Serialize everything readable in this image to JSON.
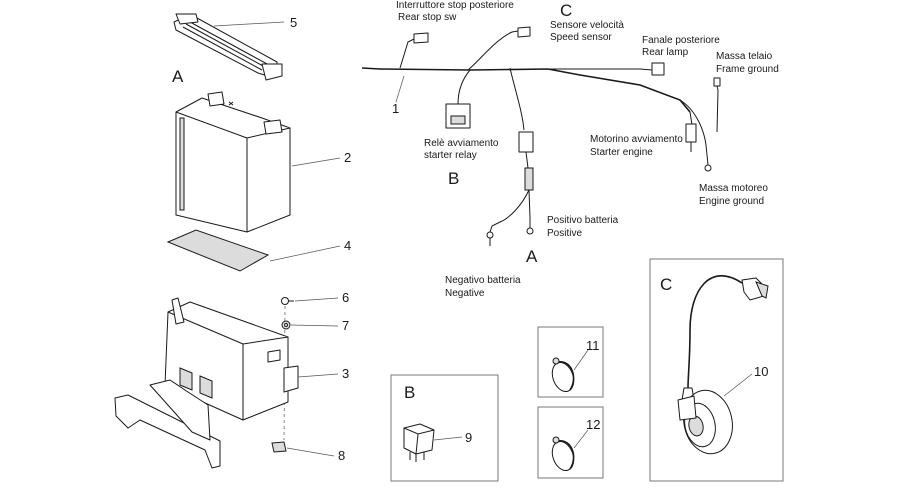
{
  "callouts": {
    "n1": "1",
    "n2": "2",
    "n3": "3",
    "n4": "4",
    "n5": "5",
    "n6": "6",
    "n7": "7",
    "n8": "8",
    "n9": "9",
    "n10": "10",
    "n11": "11",
    "n12": "12"
  },
  "letters": {
    "a_left": "A",
    "a_center": "A",
    "b_center": "B",
    "b_box": "B",
    "c_top": "C",
    "c_box": "C"
  },
  "harness_labels": {
    "rear_stop": [
      "Interruttore stop posteriore",
      "Rear stop sw"
    ],
    "speed_sensor": [
      "Sensore velocità",
      "Speed sensor"
    ],
    "rear_lamp": [
      "Fanale posteriore",
      "Rear lamp"
    ],
    "frame_ground": [
      "Massa telaio",
      "Frame ground"
    ],
    "starter_relay": [
      "Relè avviamento",
      "starter relay"
    ],
    "starter_engine": [
      "Motorino avviamento",
      "Starter engine"
    ],
    "engine_ground": [
      "Massa motoreo",
      "Engine ground"
    ],
    "positive": [
      "Positivo batteria",
      "Positive"
    ],
    "negative": [
      "Negativo batteria",
      "Negative"
    ]
  }
}
